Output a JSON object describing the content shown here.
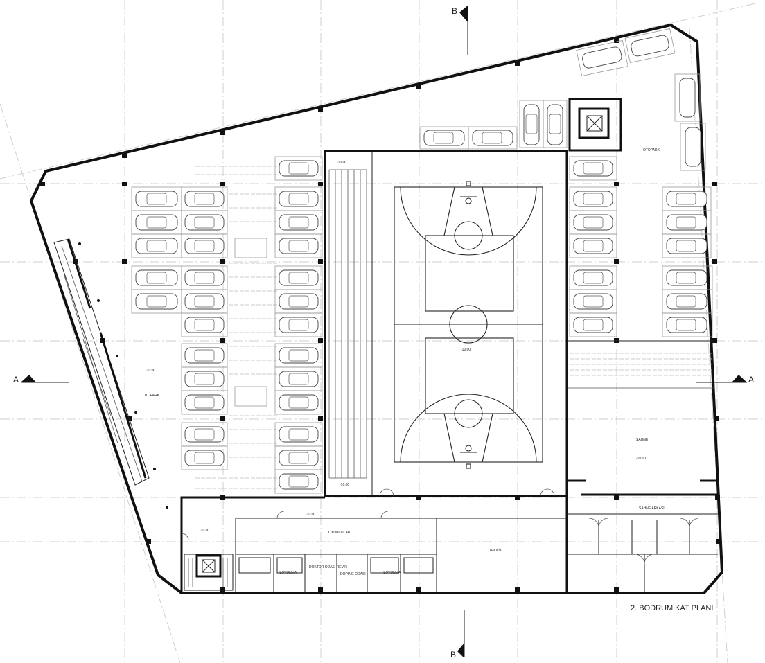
{
  "drawing": {
    "title": "2. BODRUM KAT PLANI",
    "section_marks": {
      "a_left": "A",
      "a_right": "A",
      "b_top": "B",
      "b_bottom": "B"
    },
    "levels": {
      "court_center": "-10.00",
      "tribune_top": "-10.00",
      "tribune_bottom": "-10.00",
      "left_parking": "-10.00",
      "stage": "-10.00",
      "corridor": "-10.00",
      "entrance": "-10.00"
    },
    "rooms": {
      "left_parking": "OTOPARK",
      "right_parking": "OTOPARK",
      "stage": "SAHNE",
      "backstage": "SAHNE ARKASI",
      "players": "OYUNCULAR",
      "technical": "TEKNİK",
      "changing_left": "SOYUNMA",
      "doctor": "DOKTOR ODASI REVİR",
      "doping": "DOPİNG ODASI",
      "changing_right": "SOYUNMA"
    }
  }
}
